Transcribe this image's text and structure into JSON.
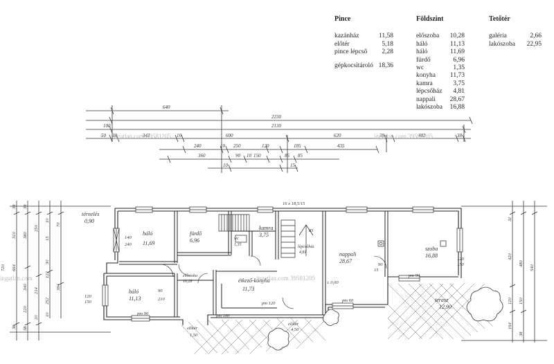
{
  "tables": {
    "pince": {
      "title": "Pince",
      "rows": [
        {
          "name": "kazánház",
          "value": "11,58"
        },
        {
          "name": "előtér",
          "value": "5,18"
        },
        {
          "name": "pince lépcső",
          "value": "2,28"
        },
        {
          "name": "gépkocsitároló",
          "value": "18,36"
        }
      ]
    },
    "foldszint": {
      "title": "Földszint",
      "rows": [
        {
          "name": "előszoba",
          "value": "10,28"
        },
        {
          "name": "háló",
          "value": "11,13"
        },
        {
          "name": "háló",
          "value": "11,69"
        },
        {
          "name": "fürdő",
          "value": "6,96"
        },
        {
          "name": "wc",
          "value": "1,35"
        },
        {
          "name": "konyha",
          "value": "11,73"
        },
        {
          "name": "kamra",
          "value": "3,75"
        },
        {
          "name": "lépcsőház",
          "value": "4,81"
        },
        {
          "name": "nappali",
          "value": "28,67"
        },
        {
          "name": "lakószoba",
          "value": "16,88"
        }
      ]
    },
    "tetoter": {
      "title": "Tetőtér",
      "rows": [
        {
          "name": "galéria",
          "value": "2,66"
        },
        {
          "name": "lakószoba",
          "value": "22,95"
        }
      ]
    }
  },
  "dimensions": {
    "top": {
      "d640": "640",
      "d2230": "2230",
      "d2130": "2130",
      "d100": "100",
      "d50": "50",
      "d38": "38",
      "d342": "342",
      "d10a": "10",
      "d600": "600",
      "d620": "620",
      "d38b": "38",
      "d402": "402",
      "d38c": "38",
      "d240": "240",
      "d10b": "10",
      "d250": "250",
      "d120": "120",
      "d185": "185",
      "d435": "435",
      "d360": "360",
      "d90": "90",
      "d10c": "10",
      "d150": "150",
      "d85a": "85",
      "d85b": "85",
      "d10d": "10",
      "d15": "15"
    },
    "left": [
      "38",
      "38",
      "310",
      "380",
      "250",
      "10",
      "15",
      "70",
      "720",
      "664",
      "340",
      "214",
      "30",
      "122",
      "394",
      "220",
      "252",
      "38",
      "20",
      "38",
      "10"
    ],
    "right": [
      "31",
      "420",
      "480",
      "540",
      "120",
      "150",
      "164",
      "38"
    ]
  },
  "rooms": {
    "ternelo": {
      "name": "térnelés",
      "value": "0,90"
    },
    "halo1": {
      "name": "háló",
      "value": "11,69"
    },
    "furdo": {
      "name": "fürdő",
      "value": "6,96"
    },
    "wc": {
      "name": "wc",
      "value": "1,35"
    },
    "kamra": {
      "name": "kamra",
      "value": "3,75"
    },
    "lepcso": {
      "name": "lépcsőház",
      "value": "4,81"
    },
    "nappali": {
      "name": "nappali",
      "value": "28,67"
    },
    "szoba": {
      "name": "szoba",
      "value": "16,88"
    },
    "halo2": {
      "name": "háló",
      "value": "11,13"
    },
    "eloszoba": {
      "name": "előszoba",
      "value": "10,28"
    },
    "konyha": {
      "name": "étkező-konyha",
      "value": "11,73"
    },
    "eloter": {
      "name": "előtér",
      "value": "1,50"
    },
    "terasz": {
      "name": "terasz",
      "value": "12,90"
    },
    "elo2": {
      "name": "előtér",
      "value": "4,50"
    }
  },
  "labels": {
    "stairs": "16 x 18,5/15",
    "level": "± 0,00",
    "window140": "140",
    "window240": "240",
    "door90": "90",
    "door210": "210",
    "pm90": "pm 90",
    "pm60": "pm 60",
    "pm120": "pm 120",
    "pm100": "pm 100",
    "w120": "120",
    "w150": "150",
    "w30": "30",
    "w15": "15",
    "w85": "85"
  },
  "watermarks": {
    "w1": "ingatlan.com 39581205",
    "w2": "ingatlan.com 39581205",
    "w3": "ingatlan.com",
    "w4": "ingatlan.com 39581205"
  }
}
